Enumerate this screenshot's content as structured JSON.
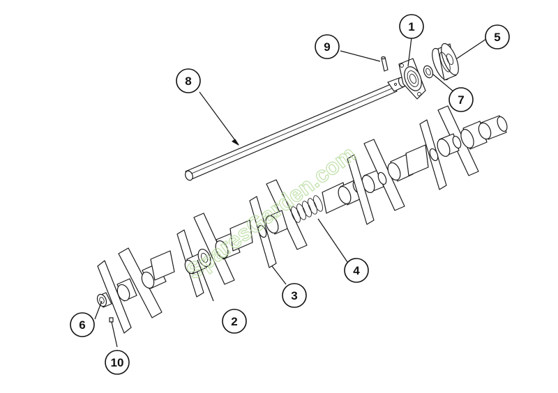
{
  "diagram": {
    "watermark": "SparesGarden.com",
    "callouts": [
      {
        "id": "c1",
        "number": "1"
      },
      {
        "id": "c2",
        "number": "2"
      },
      {
        "id": "c3",
        "number": "3"
      },
      {
        "id": "c4",
        "number": "4"
      },
      {
        "id": "c5",
        "number": "5"
      },
      {
        "id": "c6",
        "number": "6"
      },
      {
        "id": "c7",
        "number": "7"
      },
      {
        "id": "c8",
        "number": "8"
      },
      {
        "id": "c9",
        "number": "9"
      },
      {
        "id": "c10",
        "number": "10"
      }
    ]
  },
  "colors": {
    "line": "#1a1a1a",
    "background": "#ffffff",
    "watermark": "#b9dca0"
  }
}
